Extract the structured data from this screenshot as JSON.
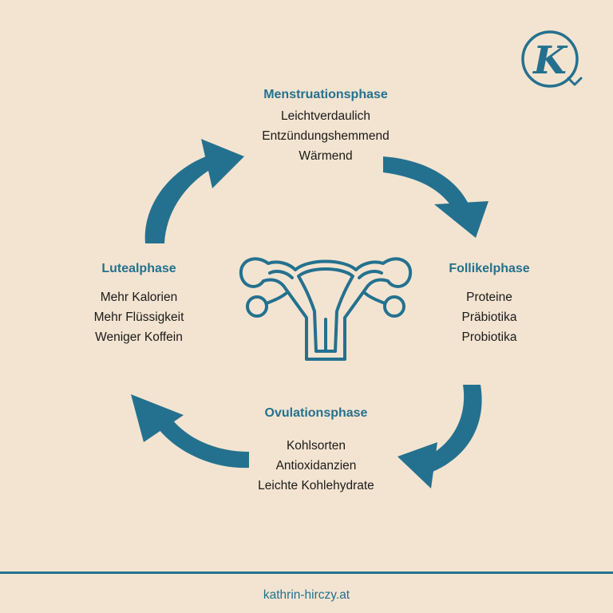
{
  "colors": {
    "background": "#f3e4d1",
    "accent": "#24718f",
    "text": "#1a1a1a"
  },
  "logo": {
    "letter": "K",
    "icon": "k-circle-logo"
  },
  "center_icon": "uterus-icon",
  "phases": {
    "menstruation": {
      "title": "Menstruationsphase",
      "items": [
        "Leichtverdaulich",
        "Entzündungshemmend",
        "Wärmend"
      ]
    },
    "follicular": {
      "title": "Follikelphase",
      "items": [
        "Proteine",
        "Präbiotika",
        "Probiotika"
      ]
    },
    "ovulation": {
      "title": "Ovulationsphase",
      "items": [
        "Kohlsorten",
        "Antioxidanzien",
        "Leichte Kohlehydrate"
      ]
    },
    "luteal": {
      "title": "Lutealphase",
      "items": [
        "Mehr Kalorien",
        "Mehr Flüssigkeit",
        "Weniger Koffein"
      ]
    }
  },
  "footer": {
    "website": "kathrin-hirczy.at"
  }
}
